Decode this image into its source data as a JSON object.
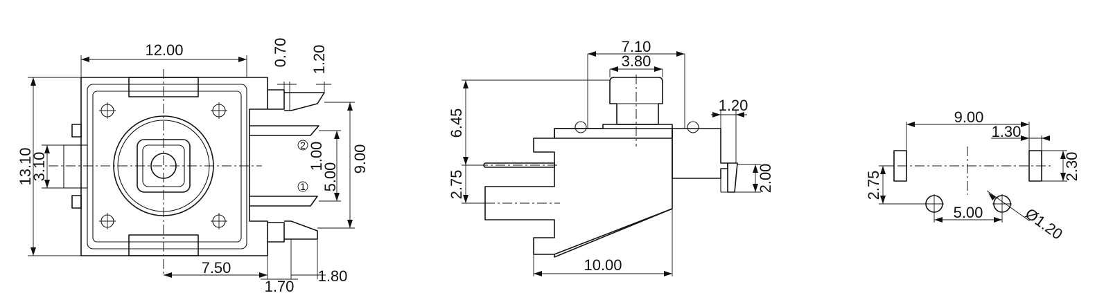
{
  "front_view": {
    "width": "12.00",
    "height": "13.10",
    "side_pin_height": "3.10",
    "gap_small": "0.70",
    "gap_top": "1.20",
    "pin_pitch": "1.00",
    "pin_span": "5.00",
    "terminal_span": "9.00",
    "offset_bottom": "7.50",
    "offset_170": "1.70",
    "offset_180": "1.80",
    "pin_1": "1",
    "pin_2": "2"
  },
  "side_view": {
    "top_width": "7.10",
    "cap_width": "3.80",
    "height_top": "6.45",
    "height_bottom": "2.75",
    "tab_width": "1.20",
    "tab_height": "2.00",
    "length": "10.00"
  },
  "pcb_layout": {
    "span": "9.00",
    "pad_width": "1.30",
    "pad_height": "2.30",
    "hole_offset": "2.75",
    "hole_spacing": "5.00",
    "hole_diameter": "Ø1.20"
  }
}
